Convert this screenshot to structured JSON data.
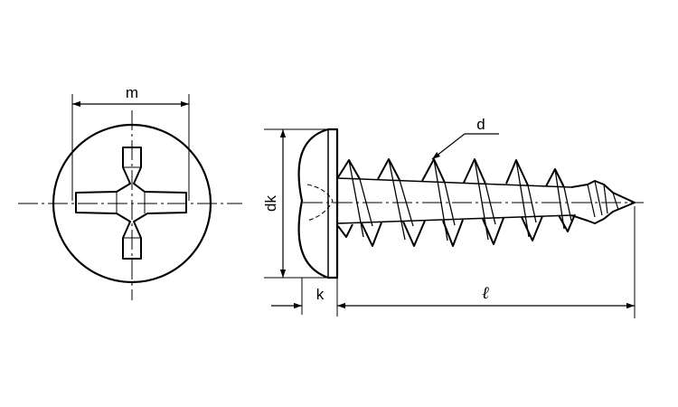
{
  "figure": {
    "title": "",
    "views": [
      "head-view",
      "side-view"
    ]
  },
  "dimensions": {
    "m": "m",
    "d": "d",
    "dk": "dk",
    "k": "k",
    "l": "ℓ"
  },
  "colors": {
    "line": "#000000",
    "background": "#ffffff"
  }
}
